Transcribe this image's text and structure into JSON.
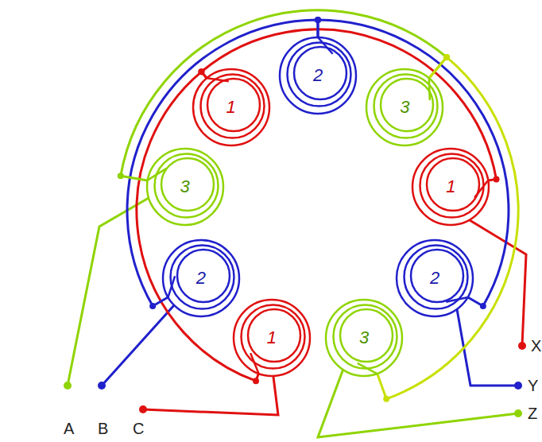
{
  "diagram": {
    "nodes": [
      {
        "text": [
          "2"
        ]
      },
      {
        "text": [
          "3"
        ]
      },
      {
        "text": [
          "1"
        ]
      },
      {
        "text": [
          "2"
        ]
      },
      {
        "text": [
          "3"
        ]
      },
      {
        "text": [
          "1"
        ]
      },
      {
        "text": [
          "2"
        ]
      },
      {
        "text": [
          "3"
        ]
      },
      {
        "text": [
          "1"
        ]
      }
    ],
    "edges": [
      {
        "from": 5,
        "to": 8,
        "arrow": "none"
      },
      {
        "from": 8,
        "to": 2,
        "arrow": "none"
      },
      {
        "from": 6,
        "to": 0,
        "arrow": "none"
      },
      {
        "from": 0,
        "to": 3,
        "arrow": "none"
      },
      {
        "from": 7,
        "to": 1,
        "arrow": "none"
      },
      {
        "from": 1,
        "to": 4,
        "arrow": "none"
      }
    ],
    "labels": [
      "A",
      "B",
      "C",
      "X",
      "Y",
      "Z"
    ]
  }
}
